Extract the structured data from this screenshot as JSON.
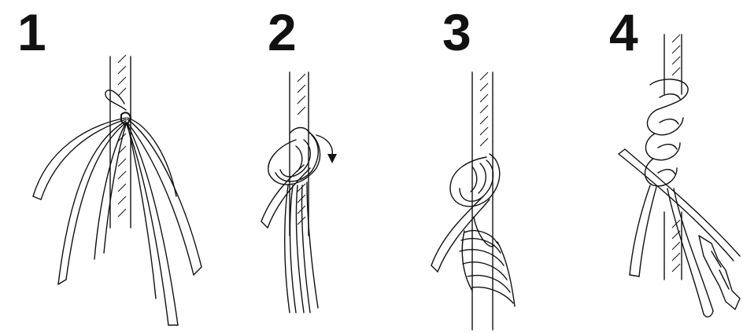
{
  "steps": [
    {
      "number": "1"
    },
    {
      "number": "2"
    },
    {
      "number": "3"
    },
    {
      "number": "4"
    }
  ],
  "colors": {
    "ink": "#111111",
    "background": "#ffffff"
  },
  "icons": {
    "arrow": "down-arrow-icon"
  }
}
